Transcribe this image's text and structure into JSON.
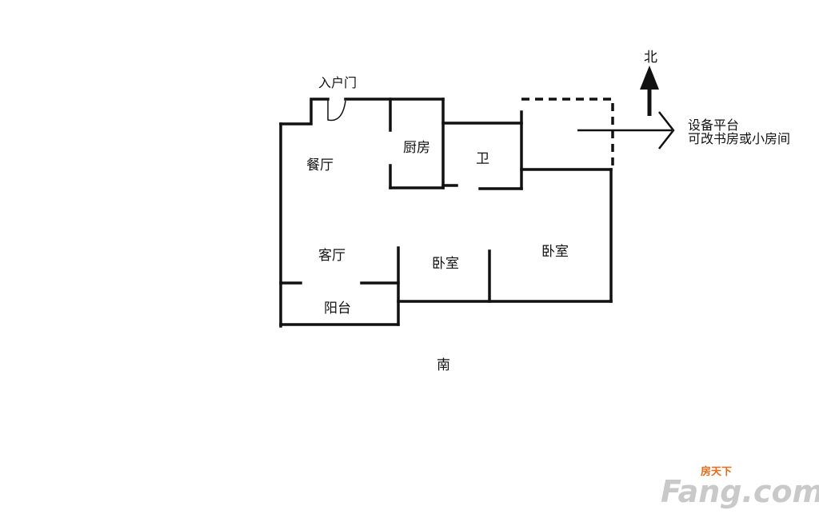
{
  "labels": {
    "entrance_door": "入户门",
    "dining": "餐厅",
    "kitchen": "厨房",
    "bathroom": "卫",
    "living": "客厅",
    "bedroom_1": "卧室",
    "bedroom_2": "卧室",
    "balcony": "阳台",
    "north": "北",
    "south": "南",
    "equipment_platform_line1": "设备平台",
    "equipment_platform_line2": "可改书房或小房间"
  },
  "watermark": {
    "brand_cn": "房天下",
    "brand_main": "Fang.com",
    "brand_color": "#e86a1a"
  },
  "colors": {
    "wall": "#111111",
    "background": "#ffffff"
  }
}
